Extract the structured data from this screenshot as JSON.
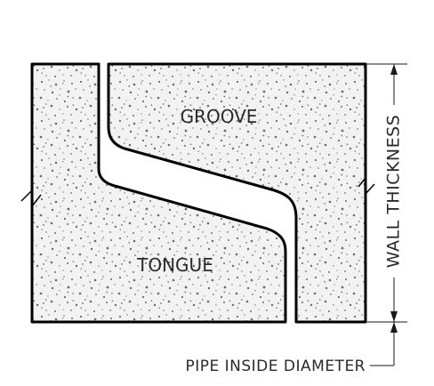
{
  "labels": {
    "groove": "GROOVE",
    "tongue": "TONGUE",
    "wall_thickness": "WALL THICKNESS",
    "pipe_inside_diameter": "PIPE INSIDE DIAMETER"
  },
  "colors": {
    "outline": "#000000",
    "concrete_fill": "#f2f2f2",
    "aggregate": "#6b6b6b",
    "dimension_line": "#1a1a1a"
  }
}
